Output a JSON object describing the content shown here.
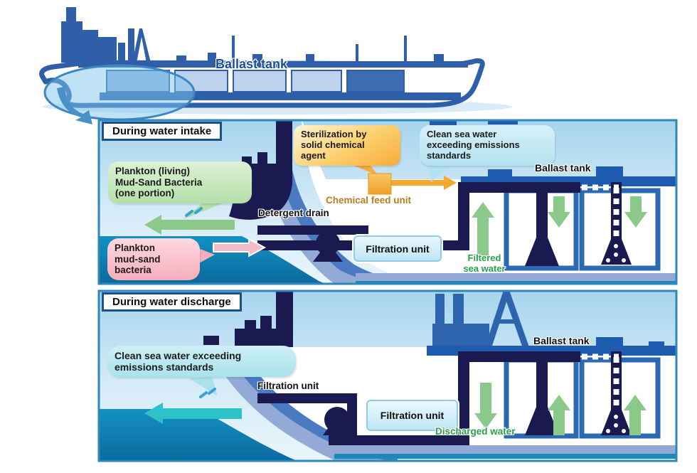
{
  "ship": {
    "ballast_tank_label": "Ballast tank"
  },
  "panel1": {
    "header": "During water intake",
    "sterilization_bubble": "Sterilization by\nsolid chemical\nagent",
    "clean_water_bubble": "Clean sea water\nexceeding emissions\nstandards",
    "plankton_living_bubble": "Plankton (living)\nMud-Sand Bacteria\n(one portion)",
    "plankton_bubble": "Plankton\nmud-sand\nbacteria",
    "detergent_drain_label": "Detergent drain",
    "chemical_feed_label": "Chemical feed unit",
    "ballast_tank_label": "Ballast tank",
    "filtration_unit_label": "Filtration unit",
    "filtered_water_label": "Filtered\nsea water"
  },
  "panel2": {
    "header": "During water discharge",
    "clean_water_bubble": "Clean sea water exceeding\nemissions standards",
    "ballast_tank_label": "Ballast tank",
    "filtration_pipe_label": "Filtration unit",
    "filtration_unit_label": "Filtration unit",
    "discharged_water_label": "Discharged water"
  },
  "colors": {
    "pipe_navy": "#1a1a50",
    "ship_blue": "#2e5fa8",
    "tank_outline_blue": "#2b6ab2",
    "deck_blue": "#1f5cb0",
    "sea_teal_top": "#1391c1",
    "sea_teal_bottom": "#0b699e",
    "hull_periwinkle": "#93a9d6",
    "hull_medium_blue": "#4a7ac2",
    "arrow_green": "#8bc98b",
    "text_green": "#28a24a",
    "arrow_teal": "#2cc2c8",
    "arrow_orange": "#f5a82e",
    "arrow_pink": "#f3bcc9",
    "bubble_orange": "#f8ab38",
    "bubble_green": "#b4dfa8",
    "bubble_pink": "#f6adbc",
    "bubble_cyan": "#b5e2f0",
    "panel_border": "#2f86ba"
  }
}
